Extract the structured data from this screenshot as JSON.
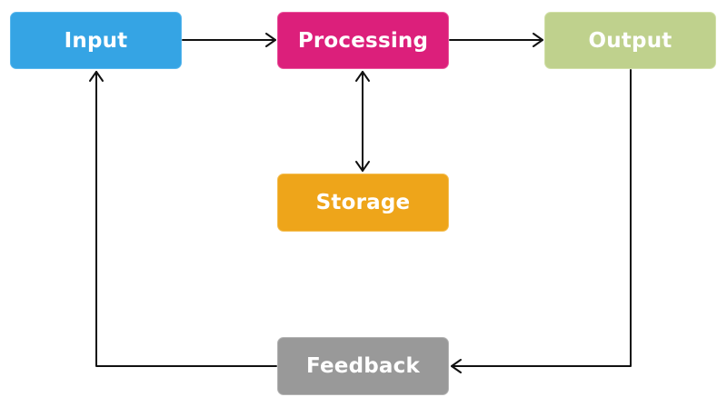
{
  "nodes": {
    "input": {
      "label": "Input",
      "color": "#35a4e4",
      "border": "#58b7ee"
    },
    "processing": {
      "label": "Processing",
      "color": "#dc1f7b",
      "border": "#e9569d"
    },
    "output": {
      "label": "Output",
      "color": "#bfd18d",
      "border": "#d2e0a8"
    },
    "storage": {
      "label": "Storage",
      "color": "#eea51a",
      "border": "#f4bf55"
    },
    "feedback": {
      "label": "Feedback",
      "color": "#999999",
      "border": "#b4b4b4"
    }
  },
  "connectors": [
    {
      "from": "input",
      "to": "processing",
      "direction": "forward"
    },
    {
      "from": "processing",
      "to": "output",
      "direction": "forward"
    },
    {
      "from": "processing",
      "to": "storage",
      "direction": "both"
    },
    {
      "from": "output",
      "to": "feedback",
      "direction": "forward"
    },
    {
      "from": "feedback",
      "to": "input",
      "direction": "forward"
    }
  ],
  "connector_color": "#111111"
}
